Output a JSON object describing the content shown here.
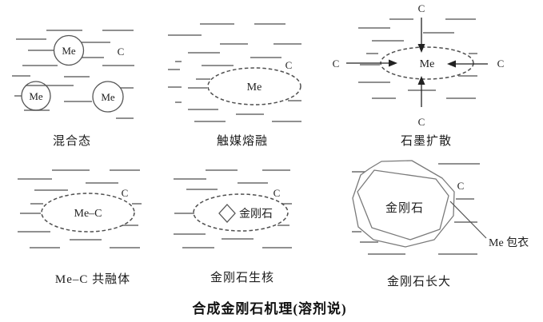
{
  "title": "合成金刚石机理(溶剂说)",
  "colors": {
    "background": "#ffffff",
    "line": "#6b6b6b",
    "text": "#222222"
  },
  "labels": {
    "me": "Me",
    "c": "C",
    "me_c": "Me–C",
    "diamond": "金刚石",
    "me_coating": "Me 包衣"
  },
  "panels": {
    "mixed_state": {
      "caption": "混合态"
    },
    "catalyst_melting": {
      "caption": "触媒熔融"
    },
    "graphite_diffusion": {
      "caption": "石墨扩散"
    },
    "me_c_eutectic": {
      "caption": "Me–C 共融体"
    },
    "diamond_nucleation": {
      "caption": "金刚石生核"
    },
    "diamond_growth": {
      "caption": "金刚石长大"
    }
  }
}
